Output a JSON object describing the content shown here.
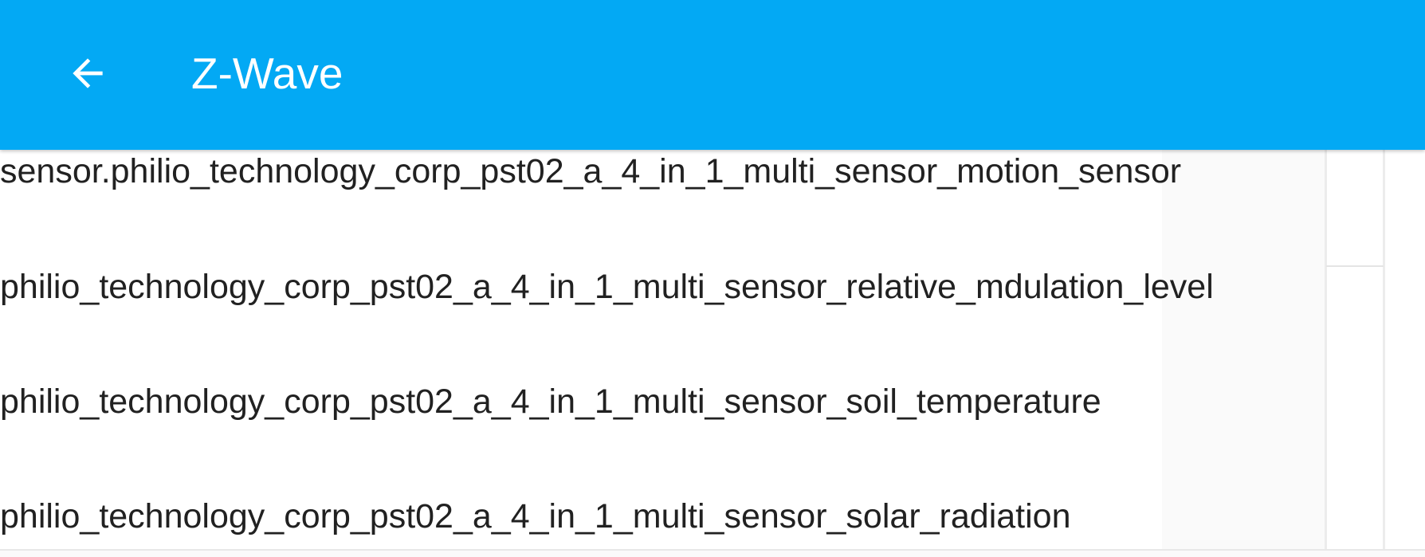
{
  "header": {
    "title": "Z-Wave",
    "back_icon": "arrow-left-icon",
    "background_color": "#03a9f4",
    "text_color": "#ffffff"
  },
  "entities": [
    {
      "label": "sensor.philio_technology_corp_pst02_a_4_in_1_multi_sensor_motion_sensor"
    },
    {
      "label": "philio_technology_corp_pst02_a_4_in_1_multi_sensor_relative_mdulation_level"
    },
    {
      "label": "philio_technology_corp_pst02_a_4_in_1_multi_sensor_soil_temperature"
    },
    {
      "label": "philio_technology_corp_pst02_a_4_in_1_multi_sensor_solar_radiation"
    }
  ]
}
